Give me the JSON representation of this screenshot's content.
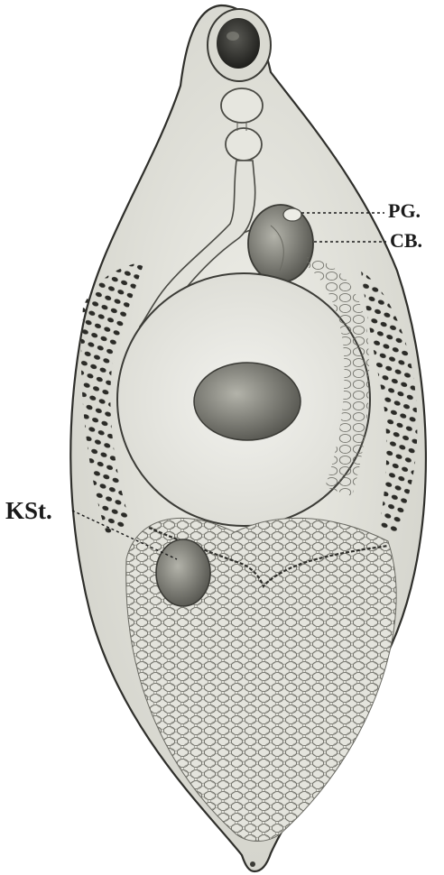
{
  "figure": {
    "labels": {
      "pg": "PG.",
      "cb": "CB.",
      "kst": "KSt."
    }
  }
}
